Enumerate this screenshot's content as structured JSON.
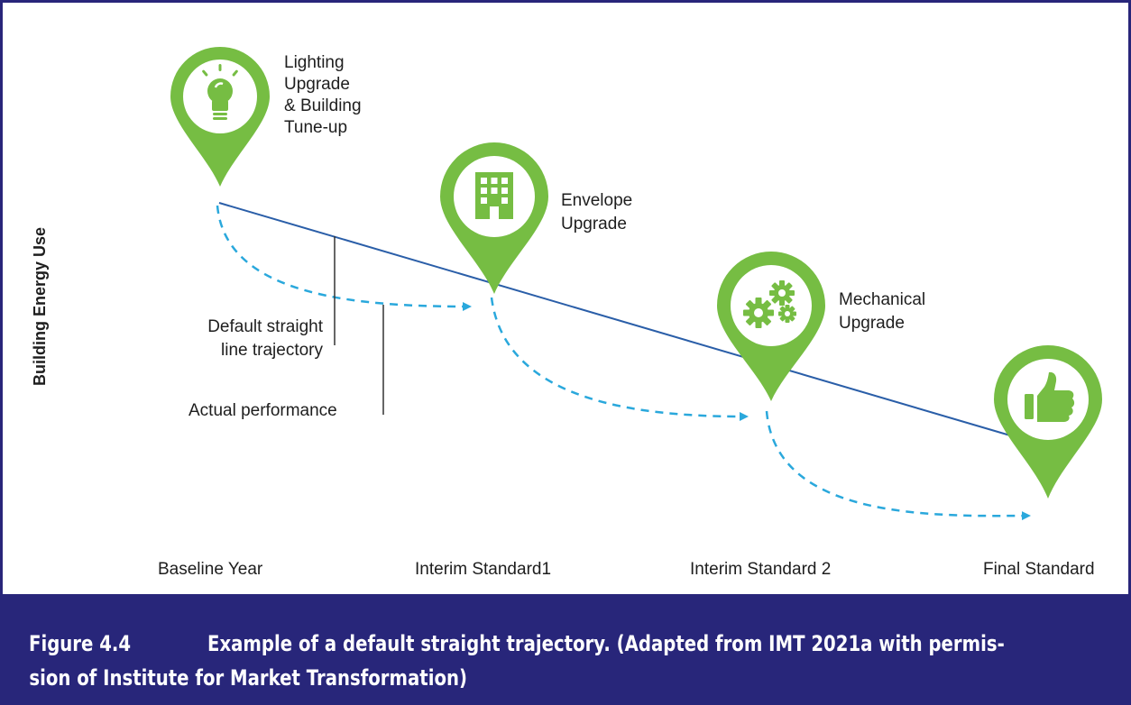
{
  "colors": {
    "pin_green": "#76bd43",
    "trend_line": "#2a5ea8",
    "actual_dashed": "#2aa8dc",
    "caption_bar": "#28267a",
    "text": "#1e1e1e"
  },
  "y_axis_label": "Building Energy Use",
  "x_axis": {
    "labels": [
      "Baseline Year",
      "Interim Standard1",
      "Interim Standard 2",
      "Final Standard"
    ]
  },
  "milestones": [
    {
      "icon": "lightbulb-icon",
      "label_lines": [
        "Lighting",
        "Upgrade",
        "& Building",
        "Tune-up"
      ]
    },
    {
      "icon": "building-icon",
      "label_lines": [
        "Envelope",
        "Upgrade"
      ]
    },
    {
      "icon": "gears-icon",
      "label_lines": [
        "Mechanical",
        "Upgrade"
      ]
    },
    {
      "icon": "thumbs-up-icon",
      "label_lines": []
    }
  ],
  "callouts": {
    "default_line": [
      "Default straight",
      "line trajectory"
    ],
    "actual": "Actual performance"
  },
  "caption": {
    "number": "Figure 4.4",
    "text_line1": "Example of a default straight trajectory. (Adapted from IMT 2021a with permis-",
    "text_line2": "sion of Institute for Market Transformation)"
  }
}
